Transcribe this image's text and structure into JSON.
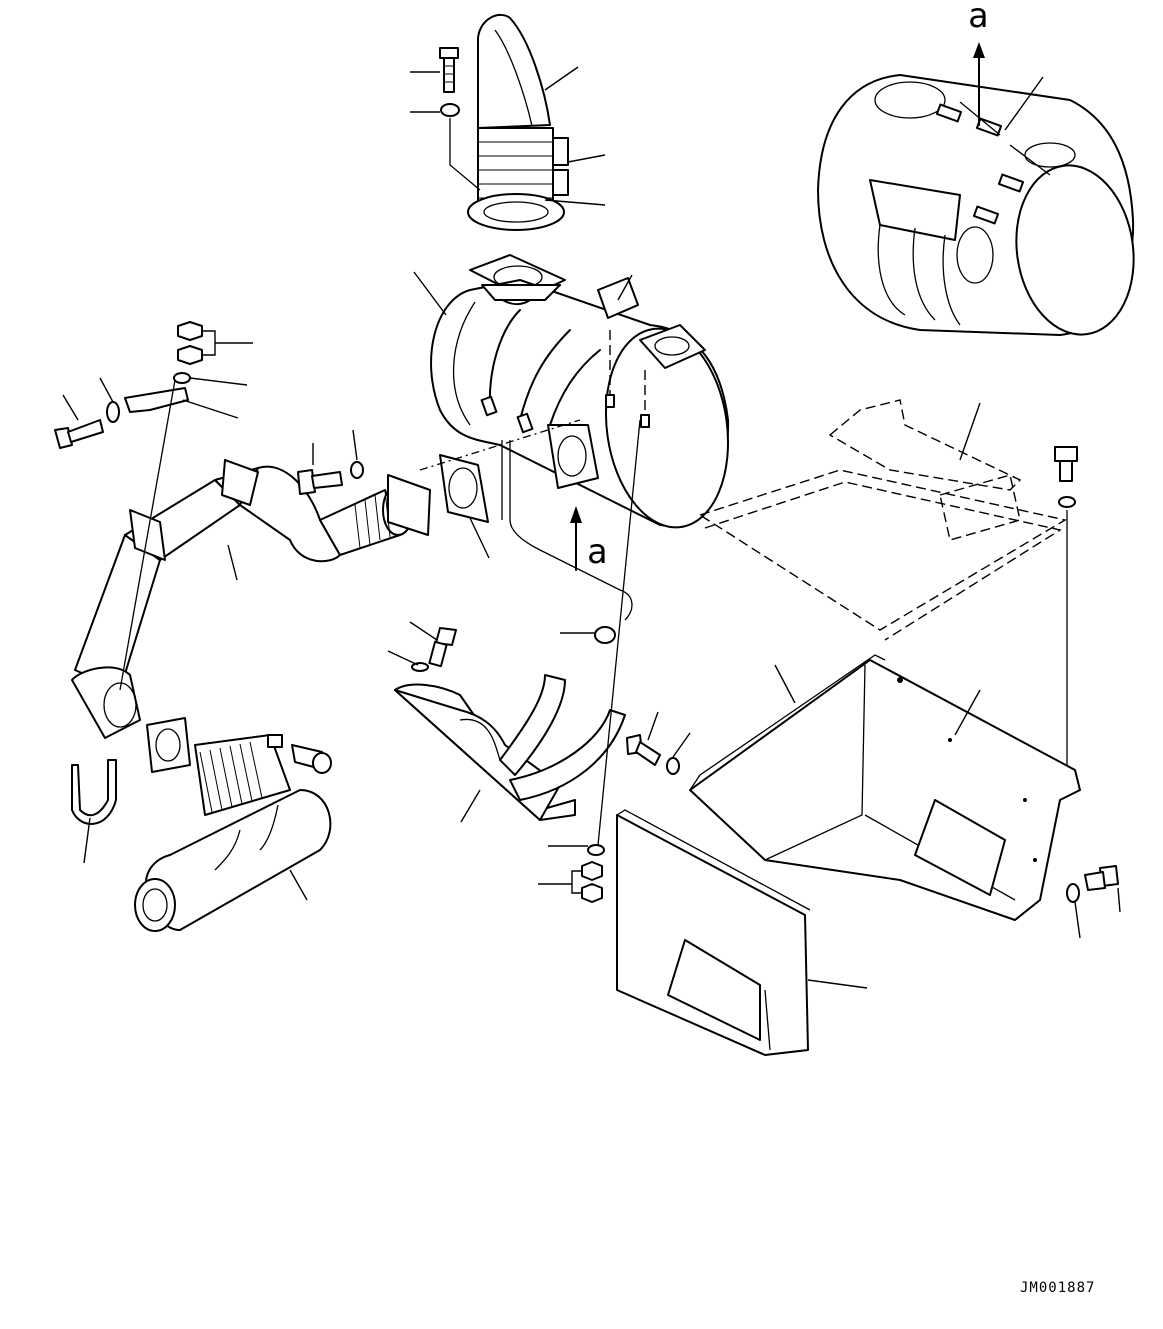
{
  "drawing_code": "JM001887",
  "view_labels": {
    "top": "a",
    "side": "a"
  }
}
